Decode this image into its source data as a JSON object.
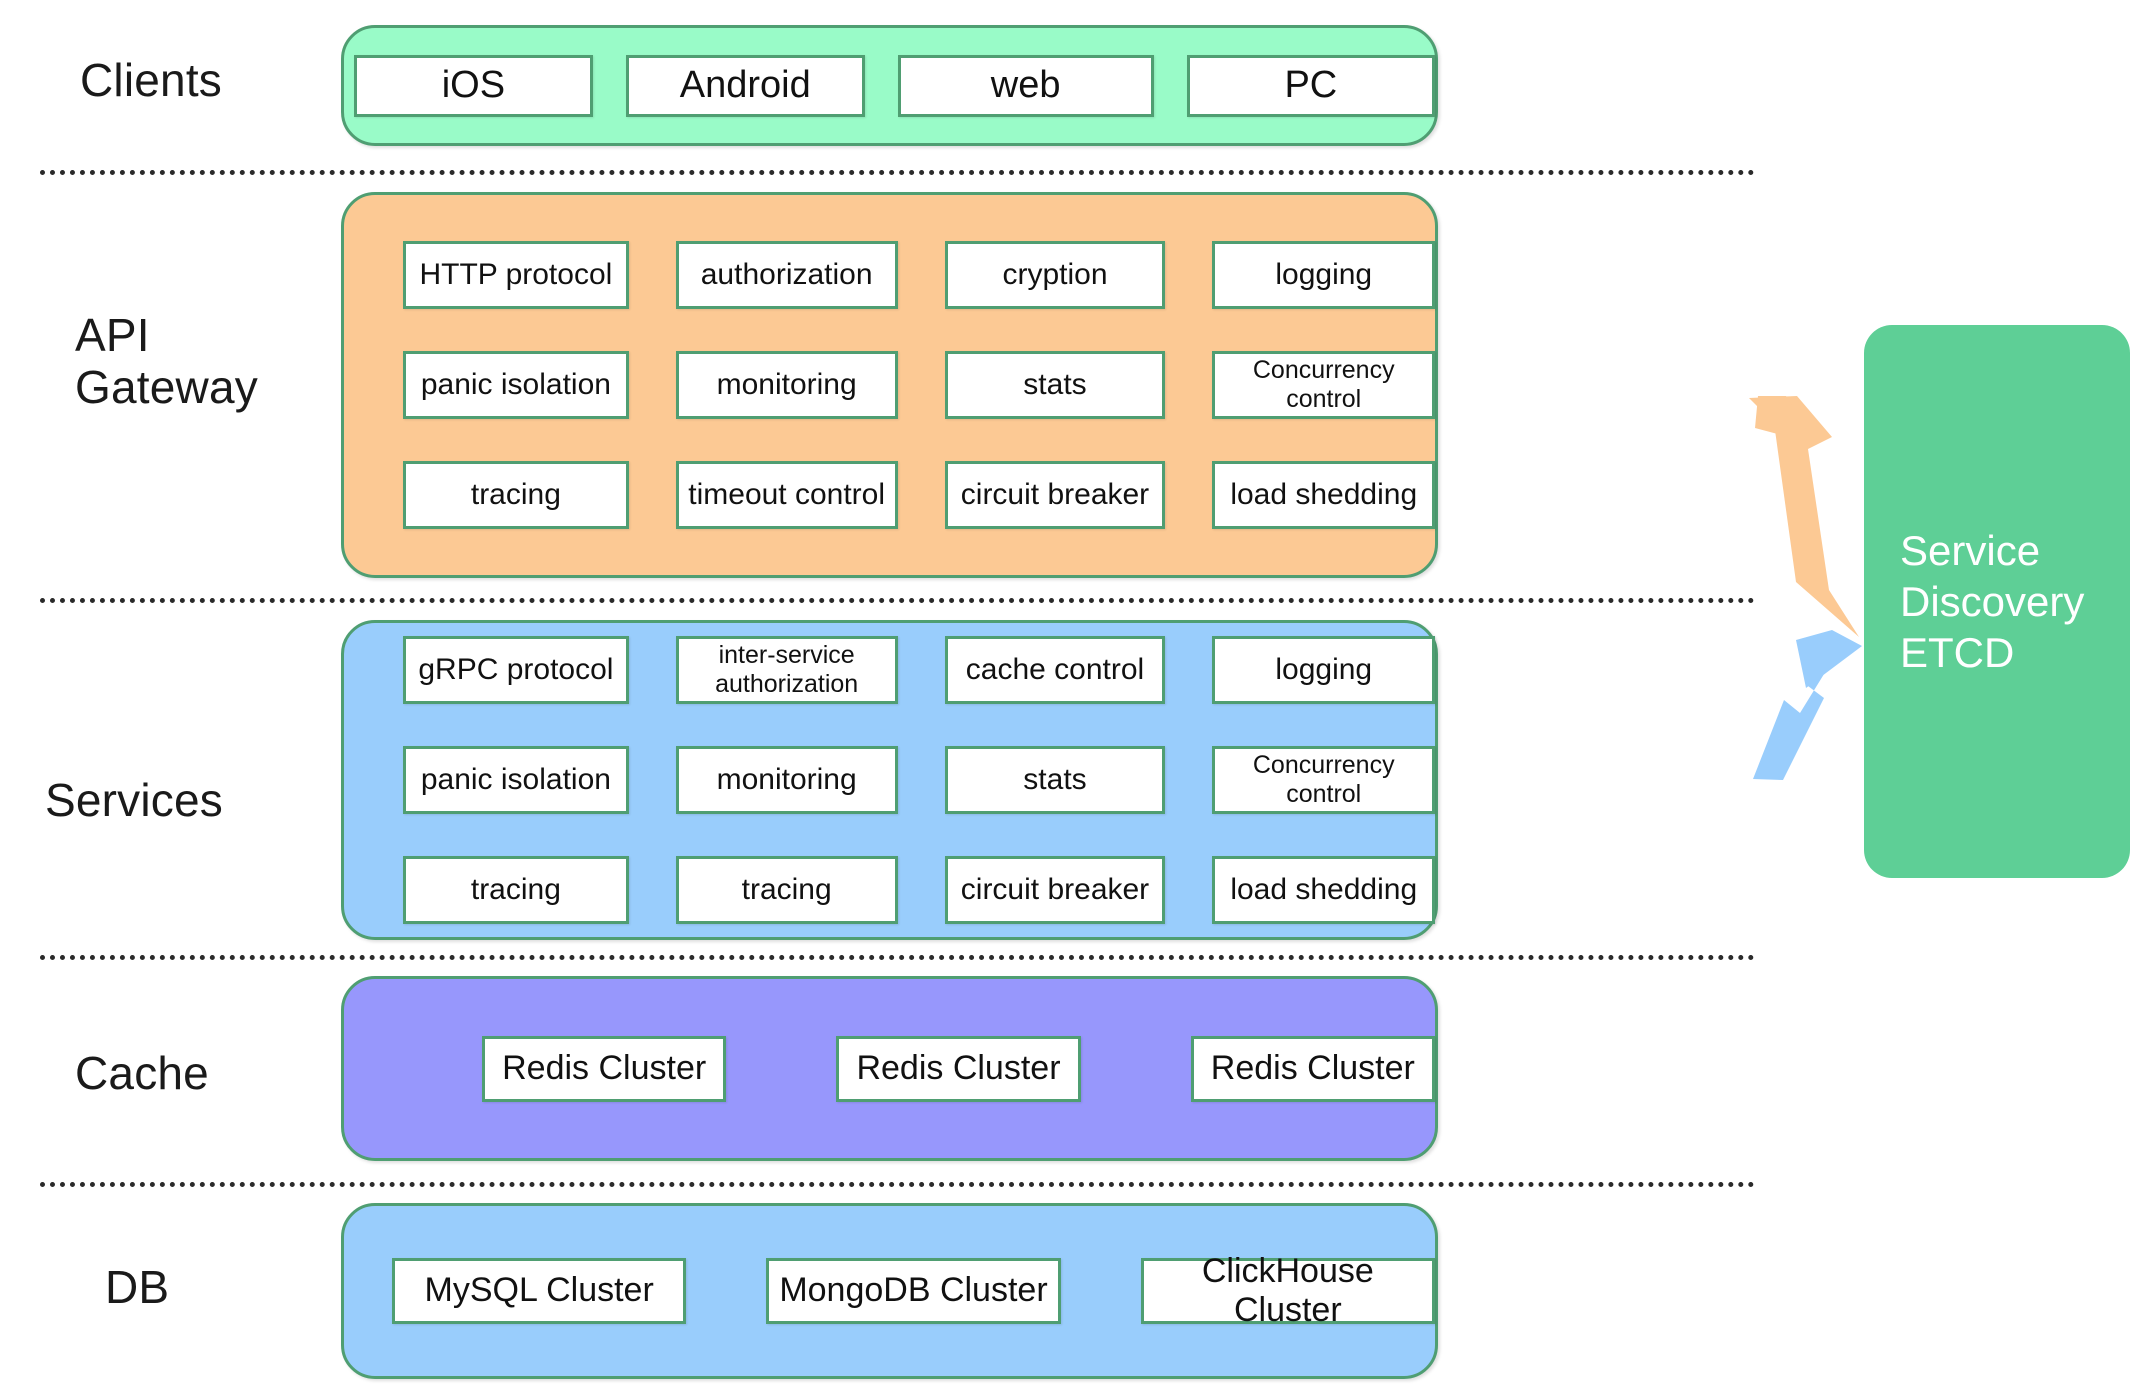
{
  "diagram": {
    "title": "Microservice Architecture Layers",
    "colors": {
      "clients": "#99fbc8",
      "api_gateway": "#fcc994",
      "services": "#99cdfc",
      "cache": "#9797fc",
      "db": "#99cdfc",
      "etcd": "#5ecf96",
      "cell_border": "#4f9e72",
      "divider": "#2a2a2a",
      "arrow_api": "#fcc994",
      "arrow_services": "#99cdfc"
    }
  },
  "rows": {
    "clients": {
      "label": "Clients",
      "cells": [
        "iOS",
        "Android",
        "web",
        "PC"
      ]
    },
    "api_gateway": {
      "label": "API\nGateway",
      "grid": [
        [
          "HTTP protocol",
          "authorization",
          "cryption",
          "logging"
        ],
        [
          "panic isolation",
          "monitoring",
          "stats",
          "Concurrency\ncontrol"
        ],
        [
          "tracing",
          "timeout control",
          "circuit breaker",
          "load shedding"
        ]
      ]
    },
    "services": {
      "label": "Services",
      "grid": [
        [
          "gRPC protocol",
          "inter-service\nauthorization",
          "cache control",
          "logging"
        ],
        [
          "panic isolation",
          "monitoring",
          "stats",
          "Concurrency\ncontrol"
        ],
        [
          "tracing",
          "tracing",
          "circuit breaker",
          "load shedding"
        ]
      ]
    },
    "cache": {
      "label": "Cache",
      "cells": [
        "Redis Cluster",
        "Redis Cluster",
        "Redis Cluster"
      ]
    },
    "db": {
      "label": "DB",
      "cells": [
        "MySQL Cluster",
        "MongoDB Cluster",
        "ClickHouse Cluster"
      ]
    }
  },
  "etcd": {
    "label": "Service\nDiscovery\nETCD"
  }
}
